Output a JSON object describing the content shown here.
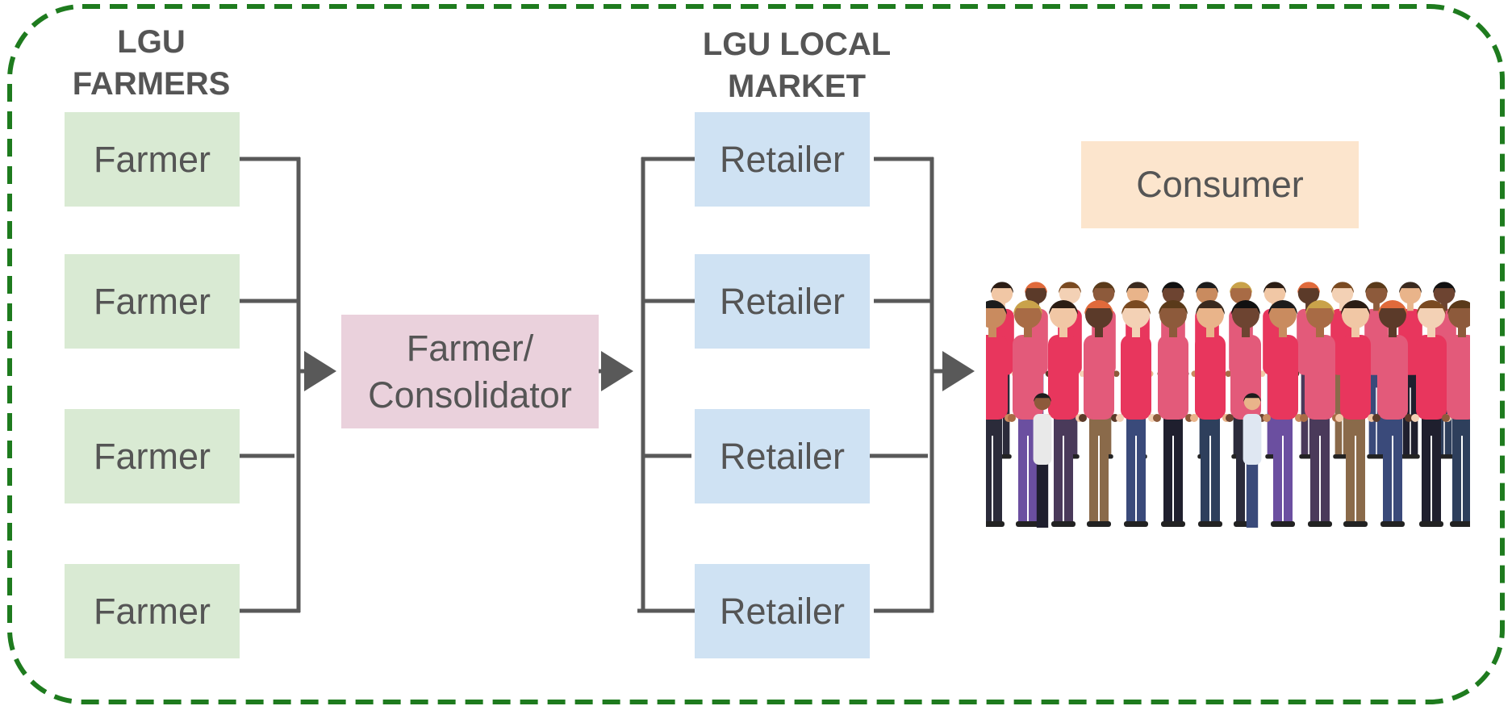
{
  "colors": {
    "border": "#1e7b1e",
    "connector": "#595959",
    "text": "#555555",
    "farmer_fill": "#d9ead3",
    "retailer_fill": "#cfe2f3",
    "consolidator_fill": "#ead1dc",
    "consumer_fill": "#fce5cd"
  },
  "headers": {
    "farmers_line1": "LGU",
    "farmers_line2": "FARMERS",
    "market_line1": "LGU LOCAL",
    "market_line2": "MARKET"
  },
  "farmers": [
    {
      "label": "Farmer"
    },
    {
      "label": "Farmer"
    },
    {
      "label": "Farmer"
    },
    {
      "label": "Farmer"
    }
  ],
  "consolidator": {
    "line1": "Farmer/",
    "line2": "Consolidator"
  },
  "retailers": [
    {
      "label": "Retailer"
    },
    {
      "label": "Retailer"
    },
    {
      "label": "Retailer"
    },
    {
      "label": "Retailer"
    }
  ],
  "consumer": {
    "label": "Consumer",
    "image": "crowd-of-diverse-people-illustration"
  }
}
